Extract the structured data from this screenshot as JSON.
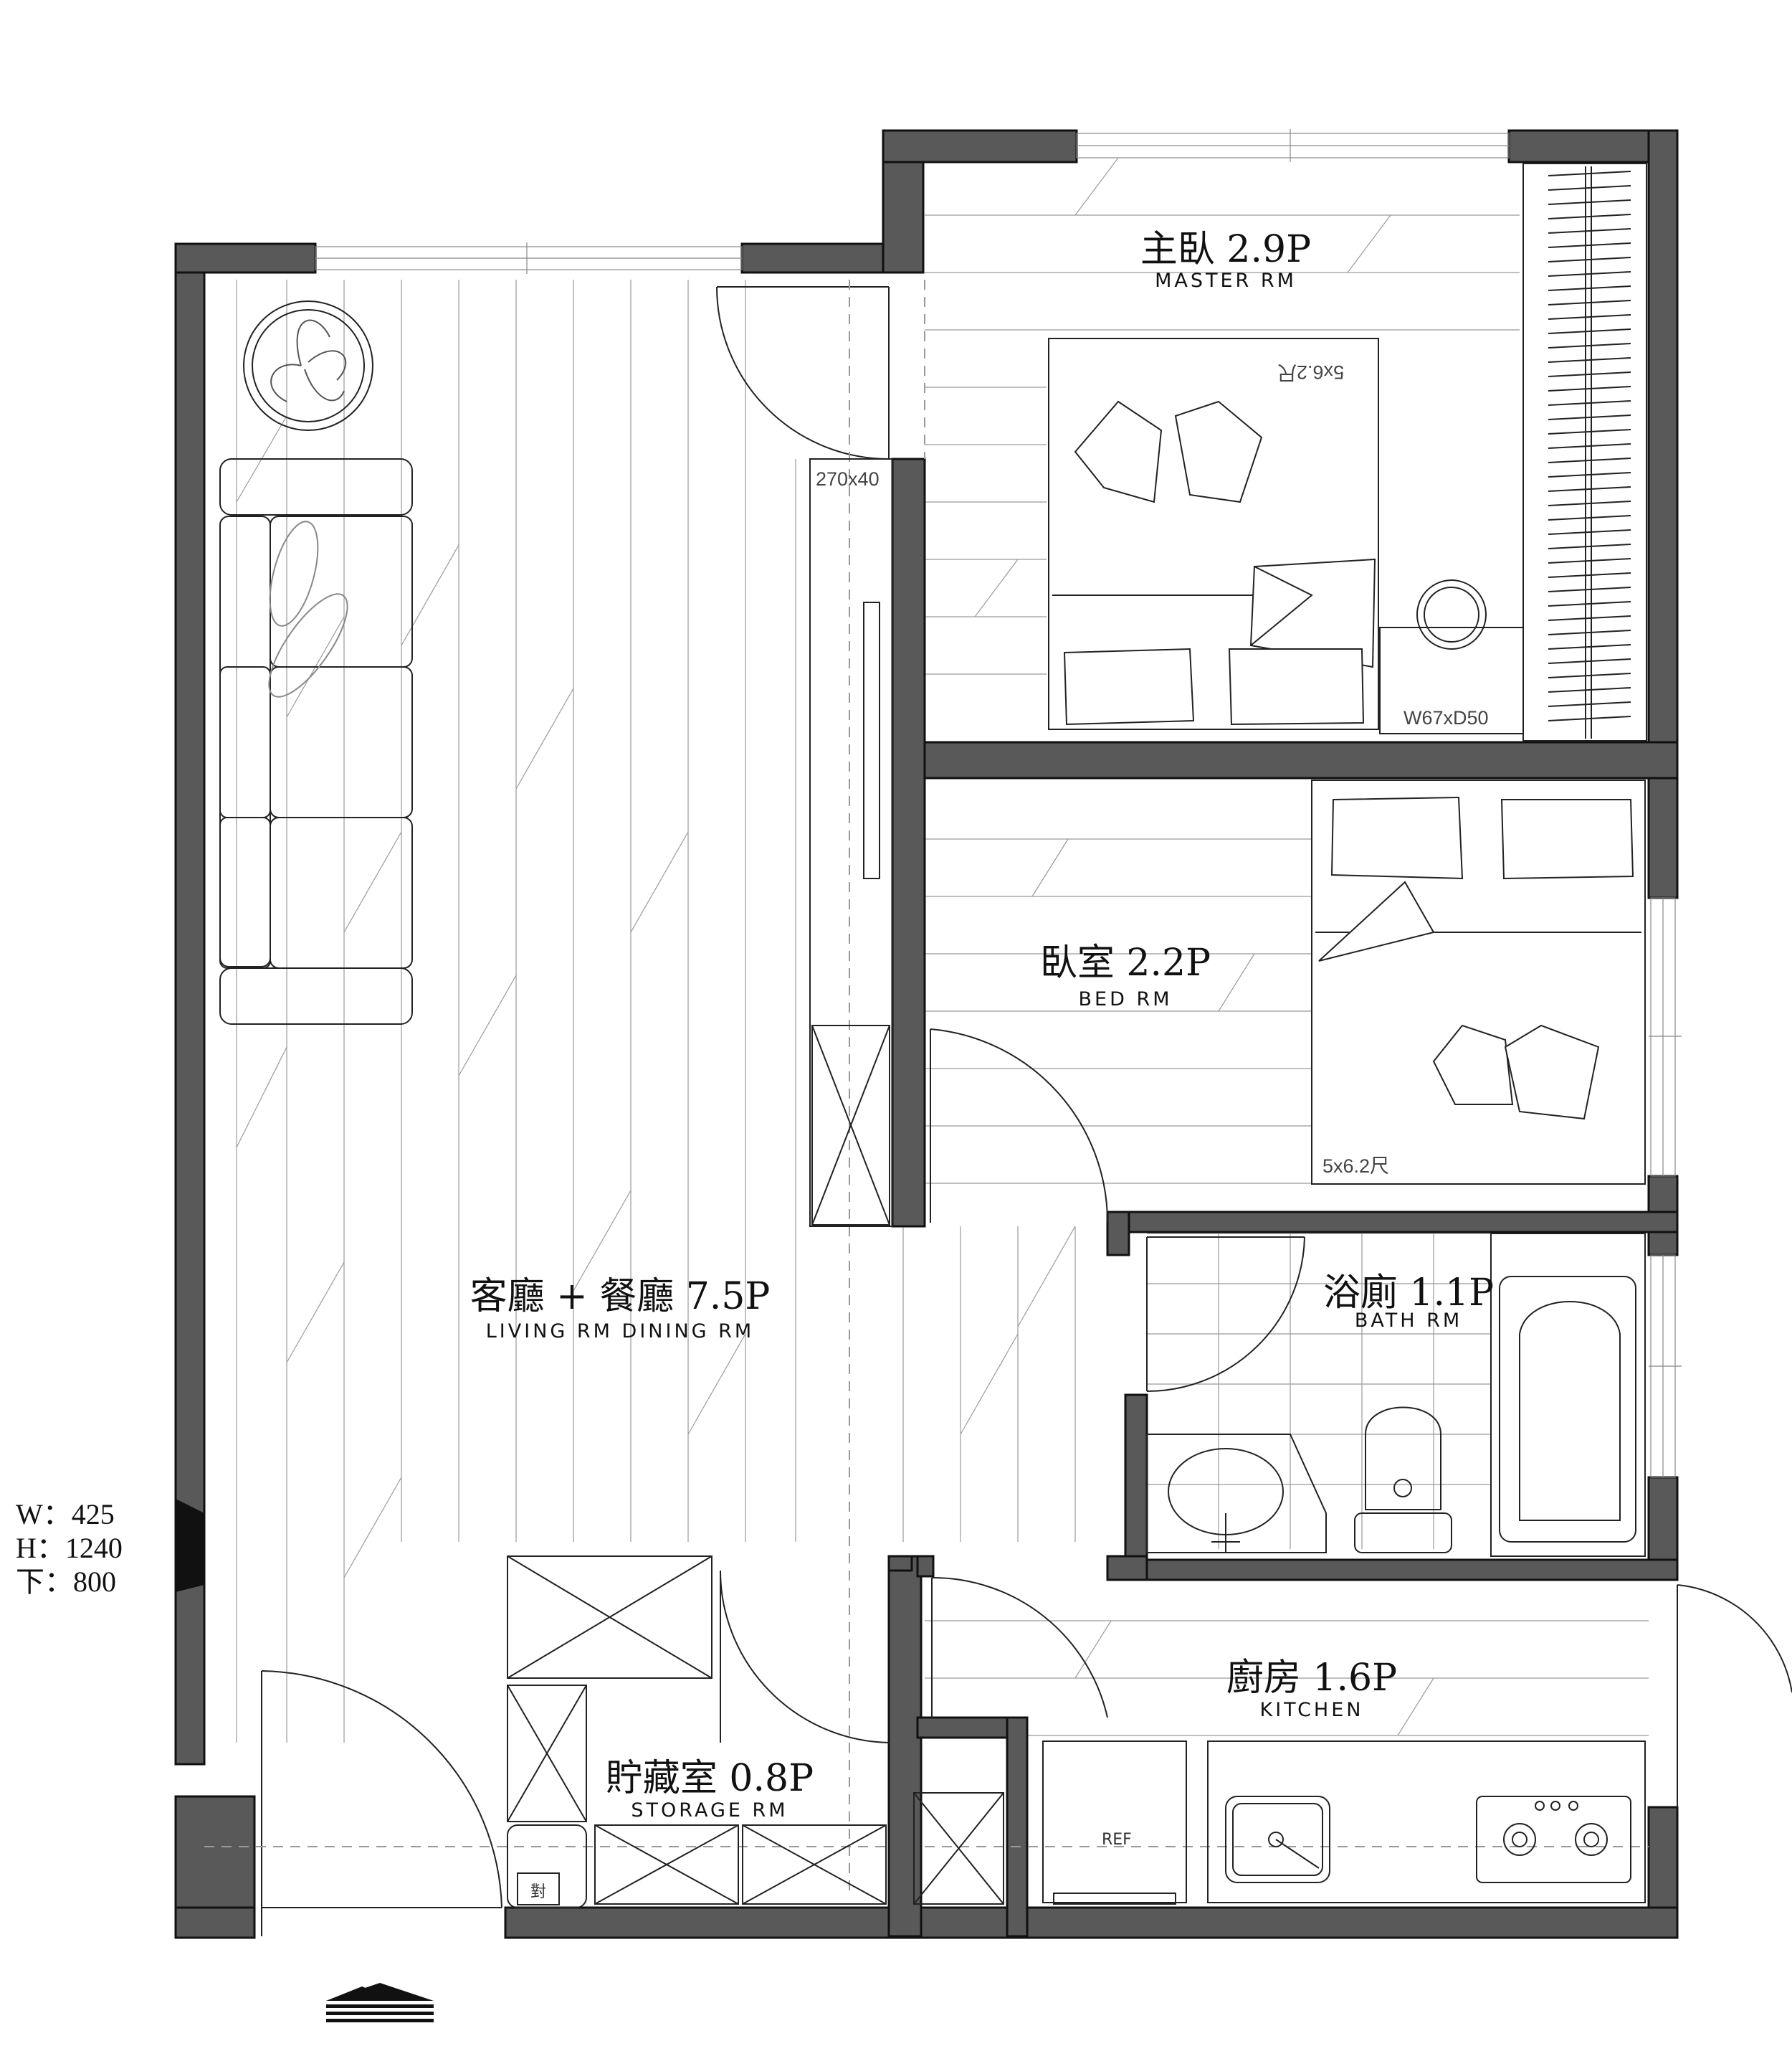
{
  "rooms": {
    "master": {
      "name_cn": "主臥 2.9P",
      "name_en": "MASTER RM"
    },
    "bed": {
      "name_cn": "臥室 2.2P",
      "name_en": "BED RM"
    },
    "bath": {
      "name_cn": "浴廁 1.1P",
      "name_en": "BATH RM"
    },
    "living": {
      "name_cn": "客廳 + 餐廳 7.5P",
      "name_en": "LIVING RM DINING RM"
    },
    "kitchen": {
      "name_cn": "廚房 1.6P",
      "name_en": "KITCHEN"
    },
    "storage": {
      "name_cn": "貯藏室 0.8P",
      "name_en": "STORAGE RM"
    }
  },
  "furniture": {
    "master_bed_size": "5x6.2尺",
    "bed_size": "5x6.2尺",
    "cabinet_size": "270x40",
    "desk_size": "W67xD50",
    "fridge_label": "REF",
    "meter_label": "對"
  },
  "window_note": {
    "width": "W：425",
    "height": "H：1240",
    "sill": "下：800"
  }
}
